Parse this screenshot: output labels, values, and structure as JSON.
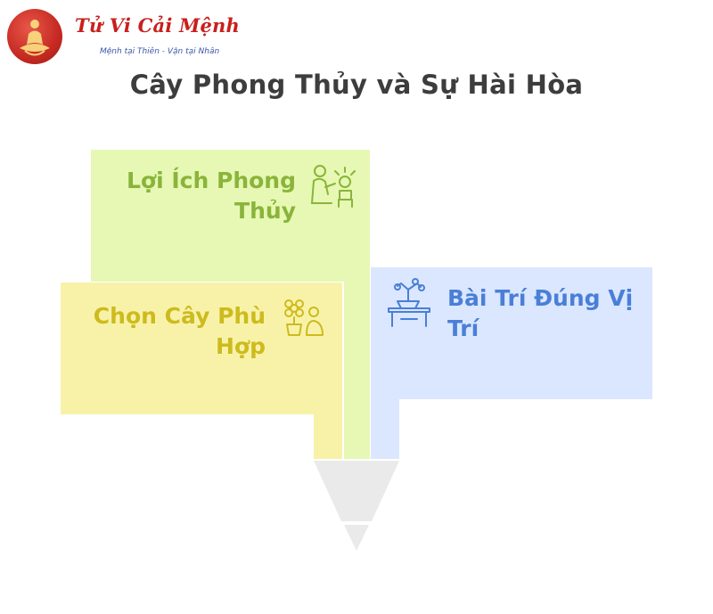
{
  "logo": {
    "title": "Tử Vi Cải Mệnh",
    "subtitle": "Mệnh tại Thiên - Vận tại Nhân"
  },
  "page_title": "Cây Phong Thủy và Sự Hài Hòa",
  "segments": [
    {
      "label": "Lợi Ích Phong Thủy",
      "icon": "person-meditating-icon",
      "color": "#e6f8b4",
      "text_color": "#8ab43a"
    },
    {
      "label": "Chọn Cây Phù Hợp",
      "icon": "flower-pot-person-icon",
      "color": "#f8f2a9",
      "text_color": "#cdbb1e"
    },
    {
      "label": "Bài Trí Đúng Vị Trí",
      "icon": "bonsai-table-icon",
      "color": "#dbe7fe",
      "text_color": "#4a7fd8"
    }
  ],
  "funnel": {
    "color": "#eaeaea"
  },
  "colors": {
    "brand_red": "#c8201c",
    "title": "#3d3d3d"
  }
}
